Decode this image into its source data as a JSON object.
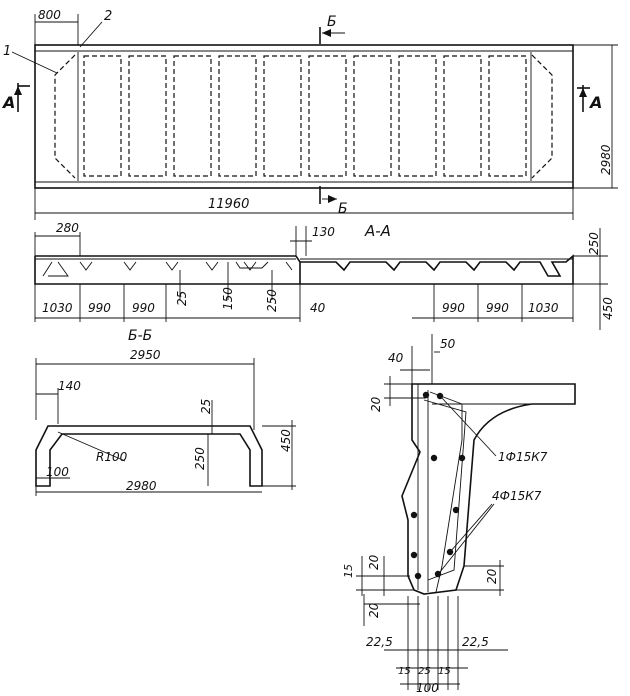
{
  "plan": {
    "dims": {
      "end_width": "800",
      "length": "11960",
      "width": "2980"
    },
    "callouts": {
      "c1": "1",
      "c2": "2"
    },
    "section_marks": {
      "a_left": "А",
      "a_right": "А",
      "b_top": "Б",
      "b_bottom": "Б"
    }
  },
  "section_aa": {
    "title": "А-А",
    "dims": {
      "d280": "280",
      "d130": "130",
      "d250_right": "250",
      "d450_right": "450",
      "d1030_left": "1030",
      "d990_1": "990",
      "d990_2": "990",
      "d25": "25",
      "d150": "150",
      "d250_mid": "250",
      "d40": "40",
      "d990_3": "990",
      "d990_4": "990",
      "d1030_right": "1030"
    }
  },
  "section_bb": {
    "title": "Б-Б",
    "dims": {
      "top": "2950",
      "d140": "140",
      "d25": "25",
      "radius": "R100",
      "d250": "250",
      "d450": "450",
      "d100": "100",
      "bottom": "2980"
    }
  },
  "detail": {
    "dims": {
      "d40": "40",
      "d50": "50",
      "d20_top": "20",
      "d15": "15",
      "d20_left": "20",
      "d20_right": "20",
      "d20_bottom": "20",
      "d22_5_left": "22,5",
      "d22_5_right": "22,5",
      "d15_a": "15",
      "d25": "25",
      "d15_b": "15",
      "d100": "100"
    },
    "labels": {
      "rebar_1": "1Ф15К7",
      "rebar_4": "4Ф15К7"
    }
  }
}
